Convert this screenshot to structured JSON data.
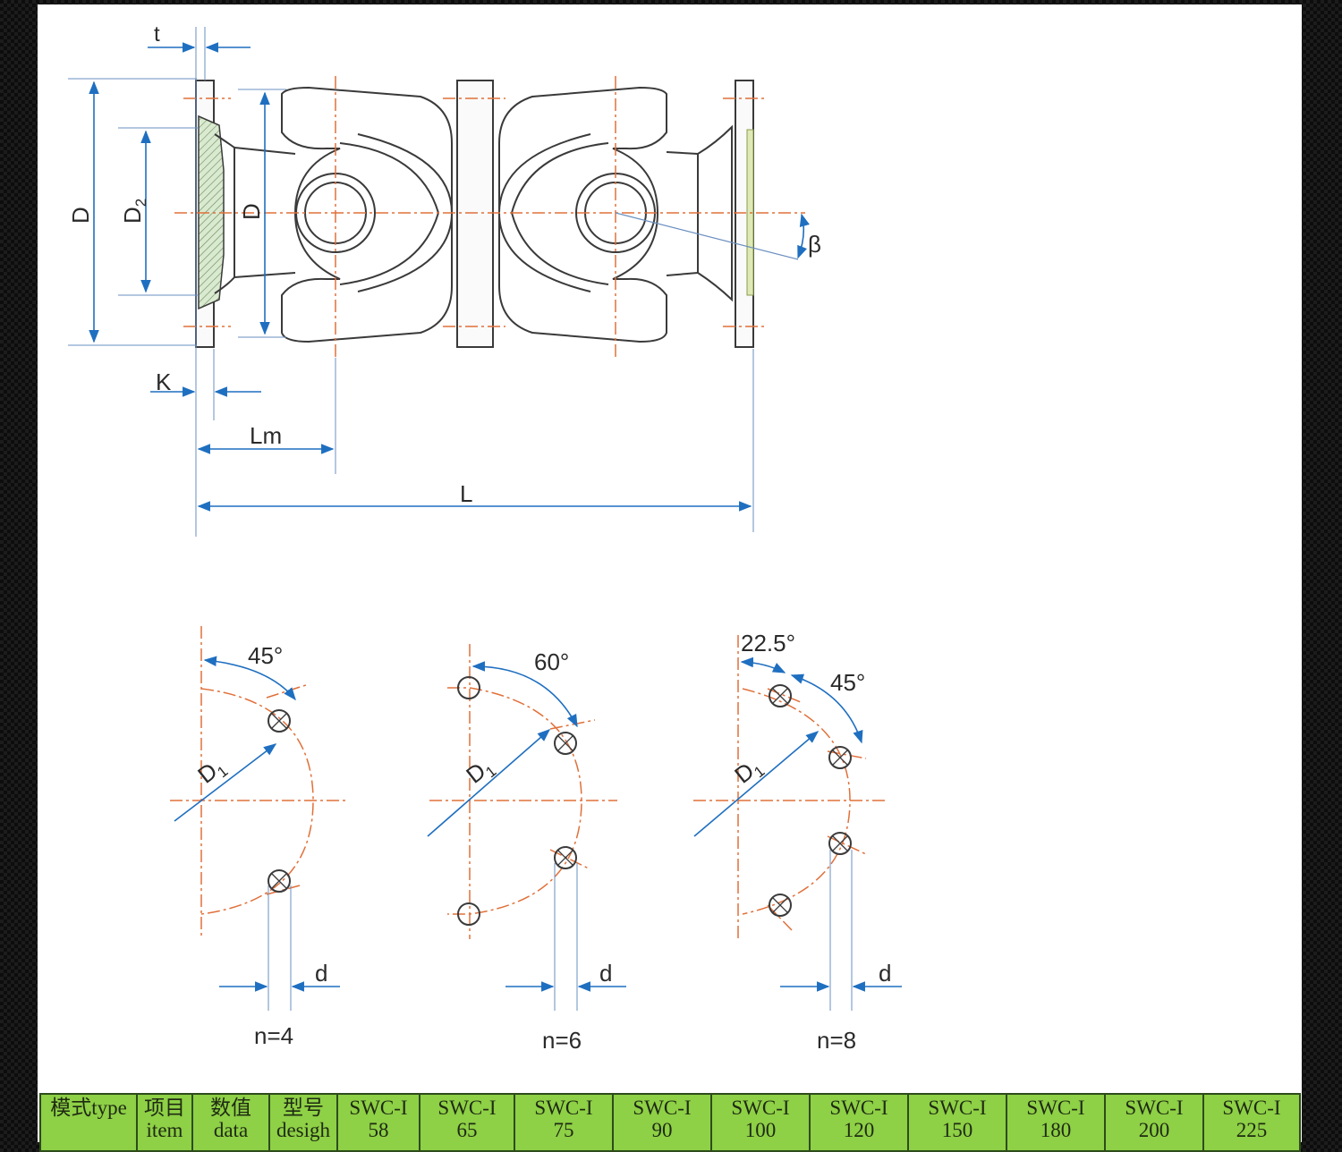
{
  "drawing": {
    "labels": {
      "t": "t",
      "D_outer": "D",
      "D2": "D",
      "D2_sub": "2",
      "D_inner": "D",
      "beta": "β",
      "K": "K",
      "Lm": "Lm",
      "L": "L"
    },
    "patterns": [
      {
        "n_label": "n=4",
        "angle_label": "45°",
        "d_label": "d",
        "d1_label": "D",
        "d1_sub": "1"
      },
      {
        "n_label": "n=6",
        "angle_label": "60°",
        "d_label": "d",
        "d1_label": "D",
        "d1_sub": "1"
      },
      {
        "n_label": "n=8",
        "angle_label": "45°",
        "angle2_label": "22.5°",
        "d_label": "d",
        "d1_label": "D",
        "d1_sub": "1"
      }
    ]
  },
  "table": {
    "headers": [
      {
        "top": "",
        "bottom": "模式type"
      },
      {
        "top": "项目",
        "bottom": "item"
      },
      {
        "top": "数值",
        "bottom": "data"
      },
      {
        "top": "型号",
        "bottom": "desigh"
      },
      {
        "top": "SWC-I",
        "bottom": "58"
      },
      {
        "top": "SWC-I",
        "bottom": "65"
      },
      {
        "top": "SWC-I",
        "bottom": "75"
      },
      {
        "top": "SWC-I",
        "bottom": "90"
      },
      {
        "top": "SWC-I",
        "bottom": "100"
      },
      {
        "top": "SWC-I",
        "bottom": "120"
      },
      {
        "top": "SWC-I",
        "bottom": "150"
      },
      {
        "top": "SWC-I",
        "bottom": "180"
      },
      {
        "top": "SWC-I",
        "bottom": "200"
      },
      {
        "top": "SWC-I",
        "bottom": "225"
      }
    ]
  },
  "colors": {
    "dimension_blue": "#1f6fc0",
    "centerline_orange": "#e0703a",
    "table_green": "#8ed046",
    "outline": "#3a3a3a"
  }
}
